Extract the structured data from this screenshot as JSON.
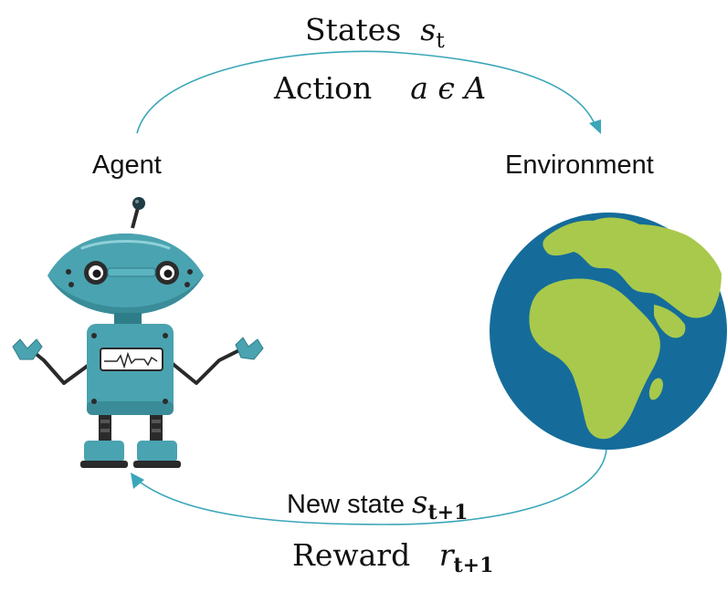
{
  "top": {
    "states_word": "States",
    "states_var": "s",
    "states_sub": "t",
    "action_word": "Action",
    "action_expr": "a ϵ A"
  },
  "agent": {
    "label": "Agent",
    "icon": "robot-icon"
  },
  "environment": {
    "label": "Environment",
    "icon": "globe-icon"
  },
  "bottom": {
    "new_state_word": "New state",
    "new_state_var": "s",
    "new_state_sub": "t+1",
    "reward_word": "Reward",
    "reward_var": "r",
    "reward_sub": "t+1"
  },
  "colors": {
    "arrow": "#3aa6b9",
    "robot_body": "#4aa3b0",
    "ocean": "#156c9a",
    "land": "#a8c94b"
  }
}
